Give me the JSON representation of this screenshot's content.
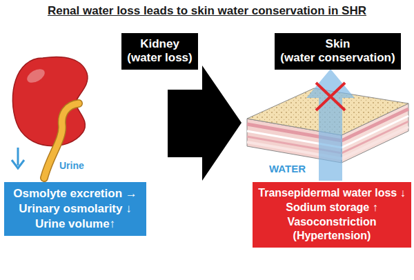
{
  "diagram": {
    "title": "Renal water loss leads to skin water conservation in SHR",
    "nodes": [
      {
        "text": [
          "Kidney",
          "(water loss)"
        ]
      },
      {
        "text": [
          "Skin",
          "(water conservation)"
        ]
      },
      {
        "text": [
          "Osmolyte excretion →",
          "Urinary osmolarity ↓",
          "Urine volume↑"
        ]
      },
      {
        "text": [
          "Transepidermal water loss ↓",
          "Sodium storage ↑",
          "Vasoconstriction",
          "(Hypertension)"
        ]
      }
    ],
    "labels": [
      "Urine",
      "WATER"
    ]
  }
}
